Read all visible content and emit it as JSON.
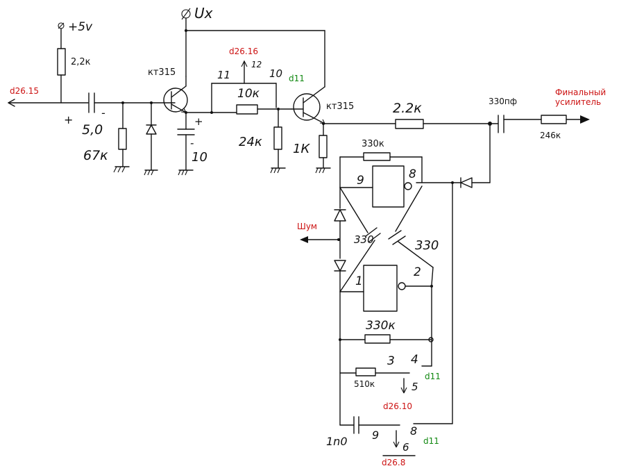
{
  "colors": {
    "ink": "#111111",
    "ref_red": "#cc1111",
    "chip_green": "#118811"
  },
  "rails": {
    "plus5": "+5v",
    "ux": "Ux"
  },
  "refs": {
    "d26_15": "d26.15",
    "d26_16": "d26.16",
    "d26_10": "d26.10",
    "d26_8": "d26.8",
    "d11_top": "d11",
    "d11_mid": "d11",
    "d11_bot": "d11"
  },
  "transistors": {
    "q1": "кт315",
    "q2": "кт315"
  },
  "resistors": {
    "r_2k2_left": "2,2к",
    "r_67k": "67к",
    "r_10k": "10к",
    "r_24k": "24к",
    "r_1k": "1К",
    "r_2k2_right": "2.2к",
    "r_246k": "246к",
    "r_330k_top": "330к",
    "r_330k_mid": "330к",
    "r_510k": "510к"
  },
  "capacitors": {
    "c_5": "5,0",
    "c_10": "10",
    "c_330pf": "330пф",
    "c_330_a": "330",
    "c_330_b": "330",
    "c_1n0": "1n0"
  },
  "pins": {
    "p11": "11",
    "p12": "12",
    "p10": "10",
    "p9_top": "9",
    "p8_top": "8",
    "p1": "1",
    "p2": "2",
    "p3": "3",
    "p4": "4",
    "p5": "5",
    "p9_bot": "9",
    "p8_bot": "8",
    "p6": "6"
  },
  "io": {
    "noise": "Шум",
    "final_amp_line1": "Финальный",
    "final_amp_line2": "усилитель"
  },
  "polarity": {
    "c5_plus": "+",
    "c5_minus": "-",
    "c10_plus": "+",
    "c10_minus": "-"
  }
}
